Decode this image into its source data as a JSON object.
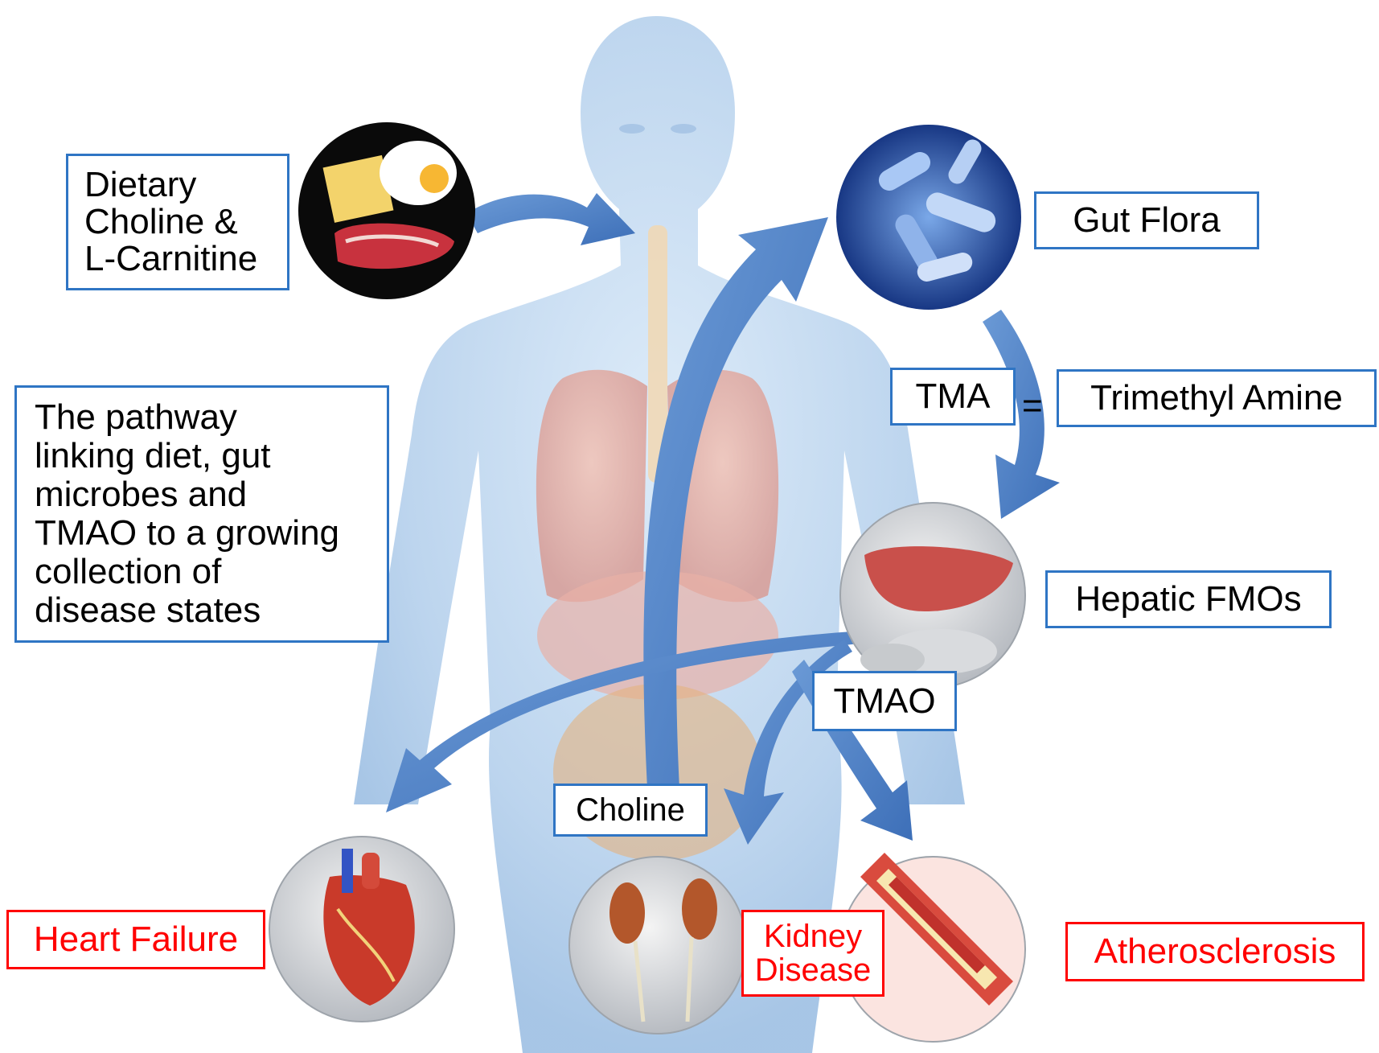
{
  "labels": {
    "dietary": "Dietary\nCholine &\nL-Carnitine",
    "gut_flora": "Gut Flora",
    "tma": "TMA",
    "equals": "=",
    "trimethyl_amine": "Trimethyl Amine",
    "hepatic_fmos": "Hepatic FMOs",
    "tmao": "TMAO",
    "choline": "Choline",
    "description": "The pathway\nlinking diet, gut\nmicrobes and\nTMAO to a growing\ncollection of\ndisease states"
  },
  "diseases": {
    "heart_failure": "Heart Failure",
    "kidney_disease": "Kidney\nDisease",
    "atherosclerosis": "Atherosclerosis"
  },
  "colors": {
    "box_border": "#2f75c4",
    "disease_border": "#ff0000",
    "arrow": "#4a7fc6",
    "body": "#bcd6ef"
  },
  "icons": {
    "food": "food-circle-icon",
    "bacteria": "bacteria-circle-icon",
    "liver": "liver-circle-icon",
    "heart": "heart-circle-icon",
    "kidney": "kidney-circle-icon",
    "artery": "artery-circle-icon"
  }
}
